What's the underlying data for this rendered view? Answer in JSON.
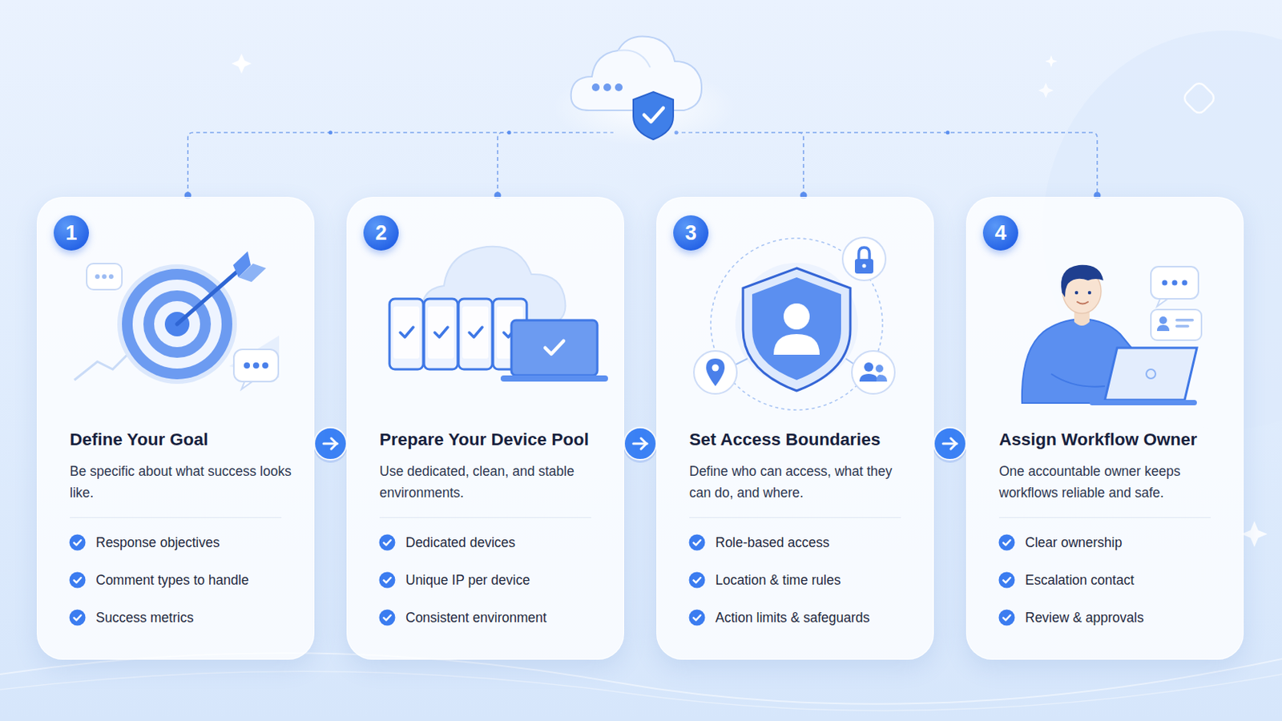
{
  "diagram": {
    "nodes": [
      {
        "text": [
          "Define Your Goal",
          "Be specific about what success looks like.",
          "Response objectives",
          "Comment types to handle",
          "Success metrics"
        ]
      },
      {
        "text": [
          "1"
        ],
        "in": 0
      },
      {
        "text": [
          "Prepare Your Device Pool",
          "Use dedicated, clean, and stable environments.",
          "Dedicated devices",
          "Unique IP per device",
          "Consistent environment"
        ]
      },
      {
        "text": [
          "2"
        ],
        "in": 2
      },
      {
        "text": [
          "Set Access Boundaries",
          "Define who can access, what they can do, and where.",
          "Role-based access",
          "Location & time rules",
          "Action limits & safeguards"
        ]
      },
      {
        "text": [
          "3"
        ],
        "in": 4
      },
      {
        "text": [
          "Assign Workflow Owner",
          "One accountable owner keeps workflows reliable and safe.",
          "Clear ownership",
          "Escalation contact",
          "Review & approvals"
        ]
      },
      {
        "text": [
          "4"
        ],
        "in": 6
      }
    ],
    "edges": [
      {
        "from": 0,
        "to": 2,
        "arrow": "to"
      },
      {
        "from": 2,
        "to": 4,
        "arrow": "to"
      },
      {
        "from": 4,
        "to": 6,
        "arrow": "to"
      }
    ]
  }
}
